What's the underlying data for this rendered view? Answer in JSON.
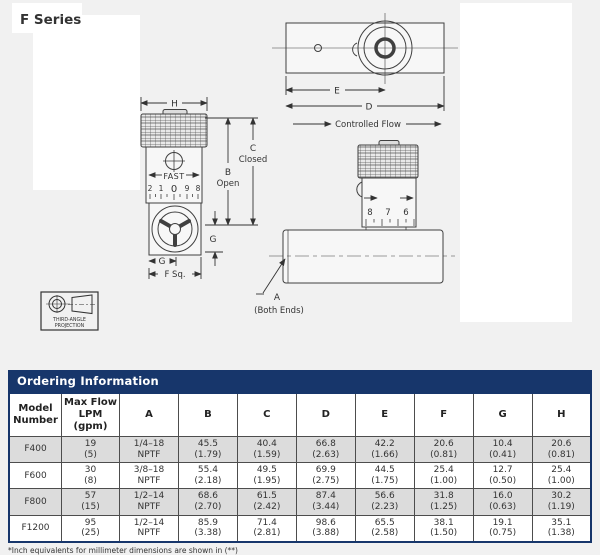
{
  "title": "F Series",
  "projection": {
    "line1": "THIRD-ANGLE",
    "line2": "PROJECTION"
  },
  "drawing": {
    "front": {
      "dim_h": "H",
      "dim_c": "C",
      "dim_c_state": "Closed",
      "dim_b": "B",
      "dim_b_state": "Open",
      "dim_g_side": "G",
      "dim_g_bottom": "G",
      "dim_f_sq": "F Sq.",
      "fast_label": "FAST",
      "scale": [
        "2",
        "1",
        "0",
        "9",
        "8"
      ]
    },
    "top": {
      "dim_e": "E",
      "dim_d": "D",
      "flow_label": "Controlled Flow"
    },
    "side": {
      "scale": [
        "8",
        "7",
        "6"
      ],
      "dim_a": "A",
      "dim_a_note": "(Both Ends)"
    }
  },
  "table": {
    "title": "Ordering Information",
    "headers": [
      {
        "l1": "Model",
        "l2": "Number"
      },
      {
        "l1": "Max Flow",
        "l2": "LPM (gpm)"
      },
      {
        "l1": "A"
      },
      {
        "l1": "B"
      },
      {
        "l1": "C"
      },
      {
        "l1": "D"
      },
      {
        "l1": "E"
      },
      {
        "l1": "F"
      },
      {
        "l1": "G"
      },
      {
        "l1": "H"
      }
    ],
    "rows": [
      {
        "model": "F400",
        "cells": [
          [
            "19",
            "(5)"
          ],
          [
            "1/4–18",
            "NPTF"
          ],
          [
            "45.5",
            "(1.79)"
          ],
          [
            "40.4",
            "(1.59)"
          ],
          [
            "66.8",
            "(2.63)"
          ],
          [
            "42.2",
            "(1.66)"
          ],
          [
            "20.6",
            "(0.81)"
          ],
          [
            "10.4",
            "(0.41)"
          ],
          [
            "20.6",
            "(0.81)"
          ]
        ]
      },
      {
        "model": "F600",
        "cells": [
          [
            "30",
            "(8)"
          ],
          [
            "3/8–18",
            "NPTF"
          ],
          [
            "55.4",
            "(2.18)"
          ],
          [
            "49.5",
            "(1.95)"
          ],
          [
            "69.9",
            "(2.75)"
          ],
          [
            "44.5",
            "(1.75)"
          ],
          [
            "25.4",
            "(1.00)"
          ],
          [
            "12.7",
            "(0.50)"
          ],
          [
            "25.4",
            "(1.00)"
          ]
        ]
      },
      {
        "model": "F800",
        "cells": [
          [
            "57",
            "(15)"
          ],
          [
            "1/2–14",
            "NPTF"
          ],
          [
            "68.6",
            "(2.70)"
          ],
          [
            "61.5",
            "(2.42)"
          ],
          [
            "87.4",
            "(3.44)"
          ],
          [
            "56.6",
            "(2.23)"
          ],
          [
            "31.8",
            "(1.25)"
          ],
          [
            "16.0",
            "(0.63)"
          ],
          [
            "30.2",
            "(1.19)"
          ]
        ]
      },
      {
        "model": "F1200",
        "cells": [
          [
            "95",
            "(25)"
          ],
          [
            "1/2–14",
            "NPTF"
          ],
          [
            "85.9",
            "(3.38)"
          ],
          [
            "71.4",
            "(2.81)"
          ],
          [
            "98.6",
            "(3.88)"
          ],
          [
            "65.5",
            "(2.58)"
          ],
          [
            "38.1",
            "(1.50)"
          ],
          [
            "19.1",
            "(0.75)"
          ],
          [
            "35.1",
            "(1.38)"
          ]
        ]
      }
    ],
    "footnote": "*Inch equivalents for millimeter dimensions are shown in (**)"
  },
  "colors": {
    "accent": "#17366b",
    "title_blue": "#1e4191",
    "row_alt": "#dcdcdc",
    "page_bg": "#f1f1f1"
  }
}
